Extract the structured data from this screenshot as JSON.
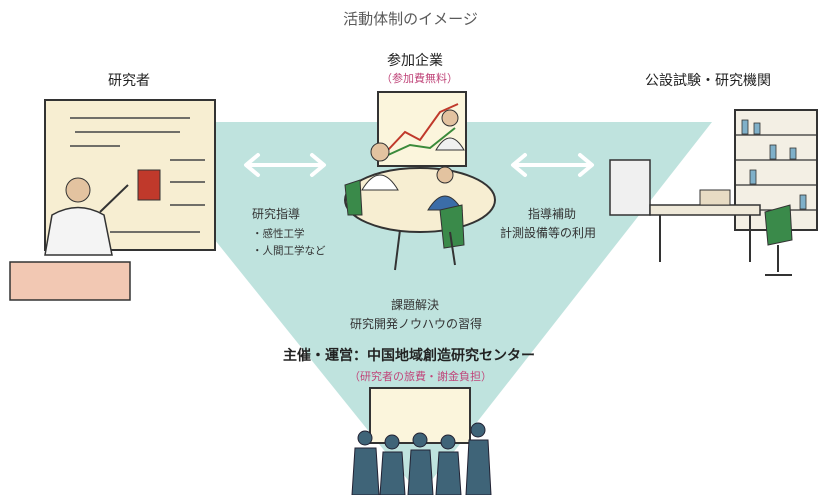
{
  "title": "活動体制のイメージ",
  "nodes": {
    "researcher": {
      "label": "研究者"
    },
    "company": {
      "label": "参加企業",
      "note": "（参加費無料）"
    },
    "institute": {
      "label": "公設試験・研究機関"
    },
    "center": {
      "label": "主催・運営：中国地域創造研究センター",
      "note": "（研究者の旅費・謝金負担）"
    }
  },
  "relations": {
    "left": {
      "line1": "研究指導",
      "line2": "・感性工学",
      "line3": "・人間工学など"
    },
    "right": {
      "line1": "指導補助",
      "line2": "計測設備等の利用"
    },
    "bottom": {
      "line1": "課題解決",
      "line2": "研究開発ノウハウの習得"
    }
  },
  "colors": {
    "triangle": "#bfe3de",
    "arrow": "#ffffff",
    "note": "#c0467a"
  }
}
